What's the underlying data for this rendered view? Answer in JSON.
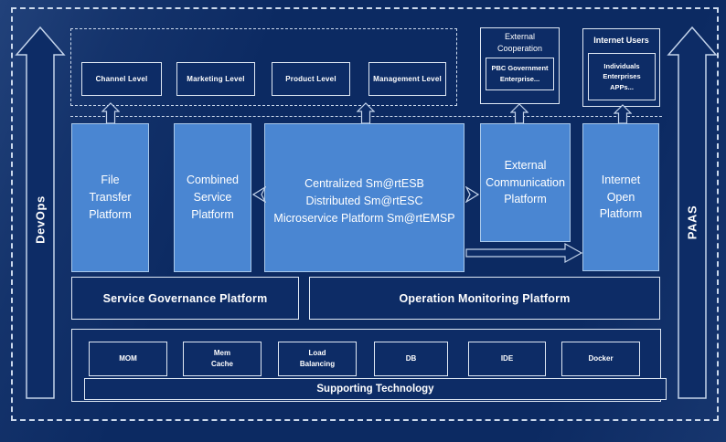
{
  "colors": {
    "background": "#0c2a62",
    "panel_navy": "#0d2c66",
    "accent_blue": "#4a86d2",
    "light_border": "#a9c8ea",
    "white_border": "#dfe8f4",
    "text": "#ffffff"
  },
  "side_rails": {
    "left_label": "DevOps",
    "right_label": "PAAS"
  },
  "levels": [
    "Channel Level",
    "Marketing Level",
    "Product Level",
    "Management Level"
  ],
  "external_cooperation": {
    "title": "External\nCooperation",
    "inner": "PBC Government\nEnterprise..."
  },
  "internet_users": {
    "title": "Internet Users",
    "inner": "Individuals\nEnterprises\nAPPs..."
  },
  "platforms": {
    "file_transfer": "File\nTransfer\nPlatform",
    "combined_service": "Combined\nService\nPlatform",
    "esb": "Centralized Sm@rtESB\nDistributed Sm@rtESC\nMicroservice Platform Sm@rtEMSP",
    "external_communication": "External\nCommunication\nPlatform",
    "internet_open": "Internet\nOpen\nPlatform"
  },
  "governance": {
    "service": "Service Governance Platform",
    "operation": "Operation Monitoring Platform"
  },
  "supporting": {
    "items": [
      "MOM",
      "Mem\nCache",
      "Load\nBalancing",
      "DB",
      "IDE",
      "Docker"
    ],
    "bar": "Supporting Technology"
  }
}
